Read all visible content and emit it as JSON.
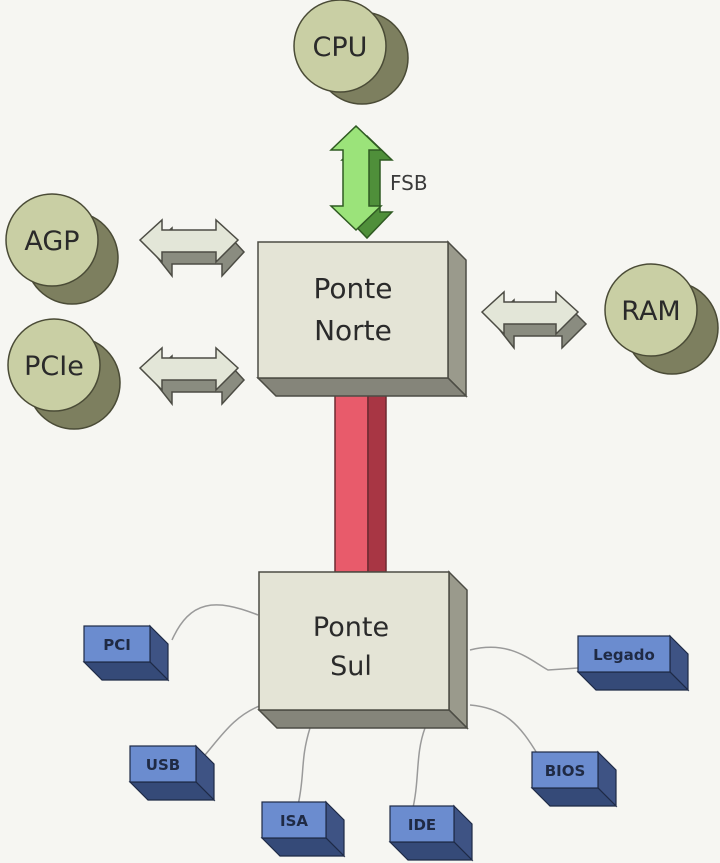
{
  "diagram": {
    "nodes": {
      "cpu": "CPU",
      "agp": "AGP",
      "pcie": "PCIe",
      "ram": "RAM",
      "north_line1": "Ponte",
      "north_line2": "Norte",
      "south_line1": "Ponte",
      "south_line2": "Sul"
    },
    "links": {
      "fsb": "FSB"
    },
    "devices": {
      "pci": "PCI",
      "legado": "Legado",
      "usb": "USB",
      "bios": "BIOS",
      "isa": "ISA",
      "ide": "IDE"
    },
    "colors": {
      "node_fill": "#c9cfa4",
      "node_shadow": "#7d7f5f",
      "bridge_front": "#e4e4d6",
      "bridge_side": "#9a9a8c",
      "fsb_arrow": "#9be37a",
      "link_arrow": "#e3e6d8",
      "bus_front": "#e85b6b",
      "bus_side": "#a83644",
      "device_front": "#6b8ccf",
      "device_side": "#3e5384"
    }
  }
}
